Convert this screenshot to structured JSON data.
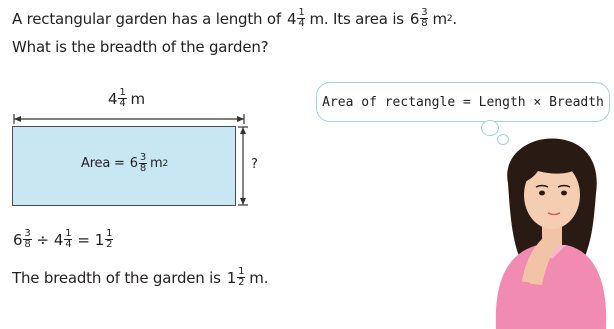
{
  "problem": {
    "l1_pre": "A rectangular garden has a length of",
    "len_whole": "4",
    "len_num": "1",
    "len_den": "4",
    "l1_mid": "m. Its area is",
    "area_whole": "6",
    "area_num": "3",
    "area_den": "8",
    "unit_m": "m",
    "line2": "What is the breadth of the garden?"
  },
  "diagram": {
    "len_whole": "4",
    "len_num": "1",
    "len_den": "4",
    "len_unit": "m",
    "area_label": "Area =",
    "area_whole": "6",
    "area_num": "3",
    "area_den": "8",
    "area_unit": "m",
    "unknown": "?"
  },
  "working": {
    "a_whole": "6",
    "a_num": "3",
    "a_den": "8",
    "op": "÷",
    "b_whole": "4",
    "b_num": "1",
    "b_den": "4",
    "eq": "=",
    "r_whole": "1",
    "r_num": "1",
    "r_den": "2"
  },
  "answer": {
    "pre": "The breadth of the garden is",
    "r_whole": "1",
    "r_num": "1",
    "r_den": "2",
    "unit": "m."
  },
  "thought": {
    "text": "Area of rectangle = Length × Breadth"
  }
}
